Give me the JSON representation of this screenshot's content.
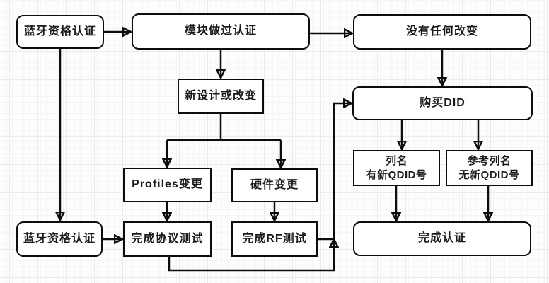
{
  "diagram": {
    "type": "flowchart",
    "topic": "Bluetooth qualification certification flow",
    "colors": {
      "line": "#0d0d0d",
      "node_border": "#0d0d0d",
      "node_fill": "#ffffff",
      "text": "#1a1a1a",
      "background": "#fdfdfd",
      "grid_major": "#ebebeb",
      "grid_minor": "#f6f6f6"
    },
    "nodes": [
      {
        "id": "bluetooth_qual_top",
        "label": "蓝牙资格认证",
        "shape": "rounded"
      },
      {
        "id": "module_certified",
        "label": "模块做过认证",
        "shape": "rounded"
      },
      {
        "id": "no_change",
        "label": "没有任何改变",
        "shape": "rounded"
      },
      {
        "id": "new_design_or_change",
        "label": "新设计或改变",
        "shape": "rect"
      },
      {
        "id": "buy_did",
        "label": "购买DID",
        "shape": "rounded"
      },
      {
        "id": "listing_new_qdid",
        "label": "列名\n有新QDID号",
        "shape": "rect"
      },
      {
        "id": "ref_listing_no_qdid",
        "label": "参考列名\n无新QDID号",
        "shape": "rect"
      },
      {
        "id": "profiles_change",
        "label": "Profiles变更",
        "shape": "rect"
      },
      {
        "id": "hardware_change",
        "label": "硬件变更",
        "shape": "rect"
      },
      {
        "id": "bluetooth_qual_bottom",
        "label": "蓝牙资格认证",
        "shape": "rounded"
      },
      {
        "id": "complete_protocol_test",
        "label": "完成协议测试",
        "shape": "rect"
      },
      {
        "id": "complete_rf_test",
        "label": "完成RF测试",
        "shape": "rect"
      },
      {
        "id": "complete_certification",
        "label": "完成认证",
        "shape": "rounded"
      }
    ],
    "edges": [
      {
        "from": "bluetooth_qual_top",
        "to": "module_certified"
      },
      {
        "from": "bluetooth_qual_top",
        "to": "bluetooth_qual_bottom"
      },
      {
        "from": "module_certified",
        "to": "no_change"
      },
      {
        "from": "module_certified",
        "to": "new_design_or_change"
      },
      {
        "from": "no_change",
        "to": "buy_did"
      },
      {
        "from": "new_design_or_change",
        "to": "profiles_change"
      },
      {
        "from": "new_design_or_change",
        "to": "hardware_change"
      },
      {
        "from": "profiles_change",
        "to": "complete_protocol_test"
      },
      {
        "from": "hardware_change",
        "to": "complete_rf_test"
      },
      {
        "from": "bluetooth_qual_bottom",
        "to": "complete_protocol_test"
      },
      {
        "from": "complete_protocol_test",
        "to": "buy_did"
      },
      {
        "from": "complete_rf_test",
        "to": "buy_did"
      },
      {
        "from": "buy_did",
        "to": "listing_new_qdid"
      },
      {
        "from": "buy_did",
        "to": "ref_listing_no_qdid"
      },
      {
        "from": "listing_new_qdid",
        "to": "complete_certification"
      },
      {
        "from": "ref_listing_no_qdid",
        "to": "complete_certification"
      }
    ]
  }
}
